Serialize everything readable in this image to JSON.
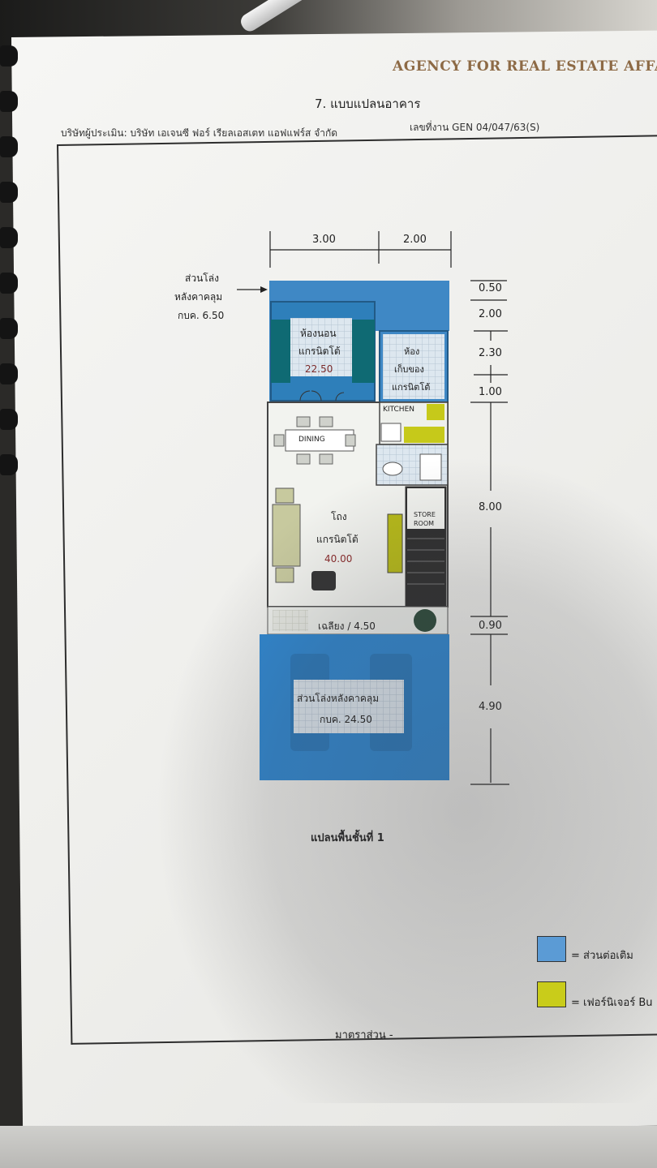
{
  "header": {
    "agency": "AGENCY FOR REAL ESTATE AFFA",
    "section_title": "7. แบบแปลนอาคาร",
    "appraiser": "บริษัทผู้ประเมิน: บริษัท เอเจนซี ฟอร์ เรียลเอสเตท แอฟแฟร์ส จำกัด",
    "job_no": "เลขที่งาน GEN 04/047/63(S)"
  },
  "plan": {
    "top_dims": [
      "3.00",
      "2.00"
    ],
    "side_dims": [
      "0.50",
      "2.00",
      "2.30",
      "1.00",
      "8.00",
      "0.90",
      "4.90"
    ],
    "rear_note": [
      "ส่วนโล่ง",
      "หลังคาคลุม",
      "กบค. 6.50"
    ],
    "bedroom": [
      "ห้องนอน",
      "แกรนิตโต้",
      "22.50"
    ],
    "storage": [
      "ห้อง",
      "เก็บของ",
      "แกรนิตโต้"
    ],
    "kitchen_label": "KITCHEN",
    "dining_label": "DINING",
    "store_room_label": [
      "STORE",
      "ROOM"
    ],
    "hall": [
      "โถง",
      "แกรนิตโต้",
      "40.00"
    ],
    "porch": "เฉลียง / 4.50",
    "front": [
      "ส่วนโล่งหลังคาคลุม",
      "กบค. 24.50"
    ],
    "caption": "แปลนพื้นชั้นที่ 1"
  },
  "legend": [
    {
      "color": "#5b9bd5",
      "text": "= ส่วนต่อเติม"
    },
    {
      "color": "#c9cc1a",
      "text": "= เฟอร์นิเจอร์ Bu"
    }
  ],
  "scale": "มาตราส่วน -"
}
